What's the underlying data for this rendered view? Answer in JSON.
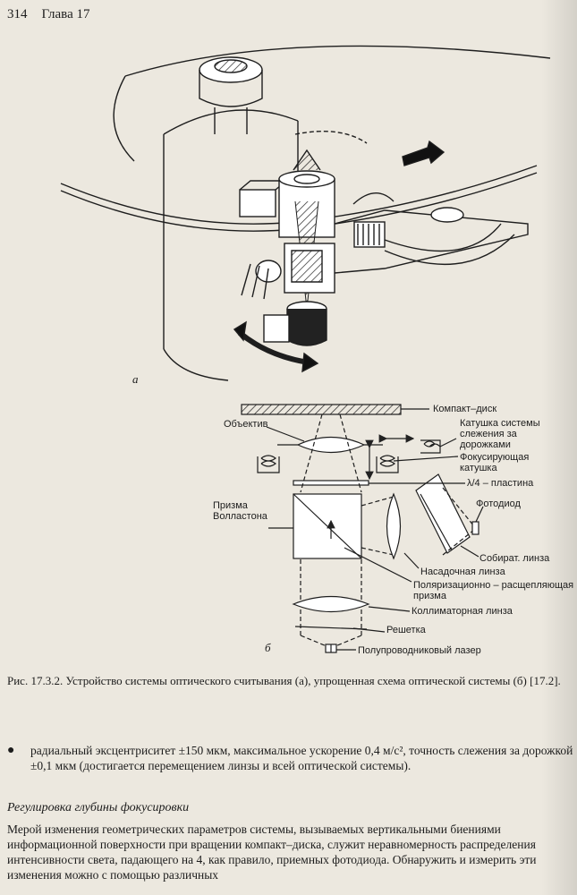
{
  "header": {
    "page_number": "314",
    "chapter": "Глава 17"
  },
  "figure": {
    "sub_a": "а",
    "sub_b": "б",
    "labels": {
      "compact_disc": "Компакт–диск",
      "objective": "Объектив",
      "tracking_coil": [
        "Катушка системы",
        "слежения за",
        "дорожками"
      ],
      "focusing_coil": [
        "Фокусирующая",
        "катушка"
      ],
      "quarter_wave": "λ/4 – пластина",
      "wollaston_prism": [
        "Призма",
        "Волластона"
      ],
      "photodiode": "Фотодиод",
      "collecting_lens": "Собират. линза",
      "attachment_lens": "Насадочная линза",
      "polarizing_prism": [
        "Поляризационно – расщепляющая",
        "призма"
      ],
      "collimator_lens": "Коллиматорная линза",
      "grating": "Решетка",
      "laser": "Полупроводниковый лазер"
    }
  },
  "caption": "Рис. 17.3.2. Устройство системы оптического считывания (а), упрощенная схема оптической системы (б) [17.2].",
  "bullet": "радиальный эксцентриситет ±150 мкм, максимальное ускорение 0,4 м/с², точность слежения за дорожкой ±0,1 мкм (достигается перемещением линзы и всей оптической системы).",
  "subheading": "Регулировка глубины фокусировки",
  "paragraph": "Мерой изменения геометрических параметров системы, вызываемых вертикальными биениями информационной поверхности при вращении компакт–диска, служит неравномерность распределения интенсивности света, падающего на 4, как правило, приемных фотодиода. Обнаружить и измерить эти изменения можно с помощью различных"
}
